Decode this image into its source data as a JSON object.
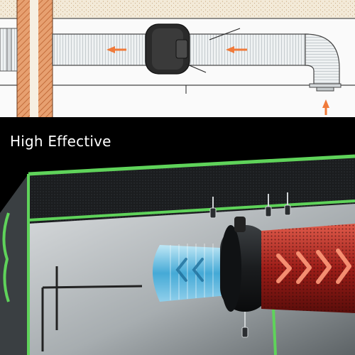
{
  "headline": {
    "text": "High Effective"
  },
  "icons": {
    "top": "duct-ventilation-diagram",
    "bottom": "inline-duct-fan-in-grow-tent"
  },
  "colors": {
    "tent_trim": "#5fd35a",
    "warm_air": "#c8322a",
    "cool_air": "#3fa9d8",
    "airflow_arrow": "#f07a3a",
    "wall_brick": "#e08a55"
  }
}
